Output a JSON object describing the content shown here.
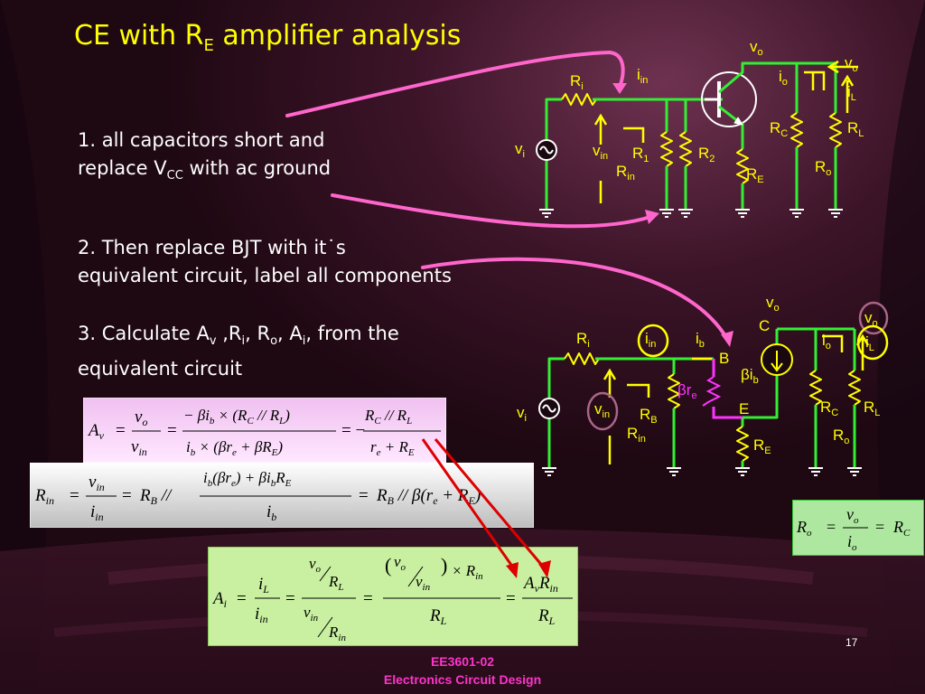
{
  "slide": {
    "title": {
      "main": "CE with R",
      "sub": "E",
      "rest": " amplifier analysis"
    },
    "steps": [
      {
        "line1": "1. all capacitors short and",
        "line2a": "replace V",
        "line2sub": "CC",
        "line2b": " with ac ground"
      },
      {
        "line1": "2. Then replace BJT with it˙s",
        "line2": "equivalent circuit, label all components"
      },
      {
        "line1a": "3. Calculate A",
        "s1": "v",
        "t1": " ,R",
        "s2": "i",
        "t2": ", R",
        "s3": "o",
        "t3": ", A",
        "s4": "i",
        "t4": ", from the",
        "line2": "equivalent circuit"
      }
    ],
    "footer": {
      "line1": "EE3601-02",
      "line2": "Electronics Circuit Design"
    },
    "page_number": "17",
    "colors": {
      "background": "#3a1426",
      "title": "#ffff00",
      "wire": "#33ee33",
      "label": "#ffff00",
      "bjt_model": "#ff33ff",
      "arrow_red": "#dd0000",
      "arrow_pink": "#ff66cc"
    }
  },
  "circuit_top": {
    "labels": {
      "Ri": "R",
      "Ri_s": "i",
      "iin": "i",
      "iin_s": "in",
      "vi": "v",
      "vi_s": "i",
      "vin": "v",
      "vin_s": "in",
      "R1": "R",
      "R1_s": "1",
      "R2": "R",
      "R2_s": "2",
      "Rin": "R",
      "Rin_s": "in",
      "RE": "R",
      "RE_s": "E",
      "vo1": "v",
      "vo1_s": "o",
      "io": "i",
      "io_s": "o",
      "RC": "R",
      "RC_s": "C",
      "Ro": "R",
      "Ro_s": "o",
      "vo2": "v",
      "vo2_s": "o",
      "iL": "i",
      "iL_s": "L",
      "RL": "R",
      "RL_s": "L"
    }
  },
  "circuit_bottom": {
    "labels": {
      "Ri": "R",
      "Ri_s": "i",
      "iin": "i",
      "iin_s": "in",
      "ib": "i",
      "ib_s": "b",
      "B": "B",
      "vi": "v",
      "vi_s": "i",
      "vin": "v",
      "vin_s": "in",
      "RB": "R",
      "RB_s": "B",
      "Rin": "R",
      "Rin_s": "in",
      "bre": "βr",
      "bre_s": "e",
      "E": "E",
      "RE": "R",
      "RE_s": "E",
      "vo": "v",
      "vo_s": "o",
      "C": "C",
      "bib": "βi",
      "bib_s": "b",
      "io": "i",
      "io_s": "o",
      "RC": "R",
      "RC_s": "C",
      "Ro": "R",
      "Ro_s": "o",
      "vo2": "v",
      "vo2_s": "o",
      "iL": "i",
      "iL_s": "L",
      "RL": "R",
      "RL_s": "L"
    }
  },
  "equations": {
    "Av": {
      "lhs": "A",
      "lhs_s": "v",
      "f1_num": "v",
      "f1_num_s": "o",
      "f1_den": "v",
      "f1_den_s": "in",
      "f2_num_a": "− βi",
      "f2_num_as": "b",
      "f2_num_b": " × (R",
      "f2_num_bs": "C",
      "f2_num_c": " // R",
      "f2_num_cs": "L",
      "f2_num_d": ")",
      "f2_den_a": "i",
      "f2_den_as": "b",
      "f2_den_b": " × (βr",
      "f2_den_bs": "e",
      "f2_den_c": " + βR",
      "f2_den_cs": "E",
      "f2_den_d": ")",
      "f3_num_a": "R",
      "f3_num_as": "C",
      "f3_num_b": " // R",
      "f3_num_bs": "L",
      "f3_den_a": "r",
      "f3_den_as": "e",
      "f3_den_b": " + R",
      "f3_den_bs": "E"
    },
    "Rin": {
      "lhs": "R",
      "lhs_s": "in",
      "f1_num": "v",
      "f1_num_s": "in",
      "f1_den": "i",
      "f1_den_s": "in",
      "mid_a": "R",
      "mid_as": "B",
      "mid_b": " //",
      "f2_num_a": "i",
      "f2_num_as": "b",
      "f2_num_b": "(βr",
      "f2_num_bs": "e",
      "f2_num_c": ") + βi",
      "f2_num_cs": "b",
      "f2_num_d": "R",
      "f2_num_ds": "E",
      "f2_den_a": "i",
      "f2_den_as": "b",
      "rhs_a": "R",
      "rhs_as": "B",
      "rhs_b": " //  β(r",
      "rhs_bs": "e",
      "rhs_c": " + R",
      "rhs_cs": "E",
      "rhs_d": ")"
    },
    "Ro": {
      "lhs": "R",
      "lhs_s": "o",
      "num": "v",
      "num_s": "o",
      "den": "i",
      "den_s": "o",
      "rhs": "R",
      "rhs_s": "C"
    },
    "Ai": {
      "lhs": "A",
      "lhs_s": "i",
      "f1_num": "i",
      "f1_num_s": "L",
      "f1_den": "i",
      "f1_den_s": "in",
      "f2_num_top": "v",
      "f2_num_top_s": "o",
      "f2_num_bot": "R",
      "f2_num_bot_s": "L",
      "f2_den_top": "v",
      "f2_den_top_s": "in",
      "f2_den_bot": "R",
      "f2_den_bot_s": "in",
      "f3_num_a_top": "v",
      "f3_num_a_top_s": "o",
      "f3_num_a_bot": "v",
      "f3_num_a_bot_s": "in",
      "f3_num_b": "× R",
      "f3_num_bs": "in",
      "f3_den": "R",
      "f3_den_s": "L",
      "f4_num_a": "A",
      "f4_num_as": "v",
      "f4_num_b": "R",
      "f4_num_bs": "in",
      "f4_den": "R",
      "f4_den_s": "L"
    }
  }
}
